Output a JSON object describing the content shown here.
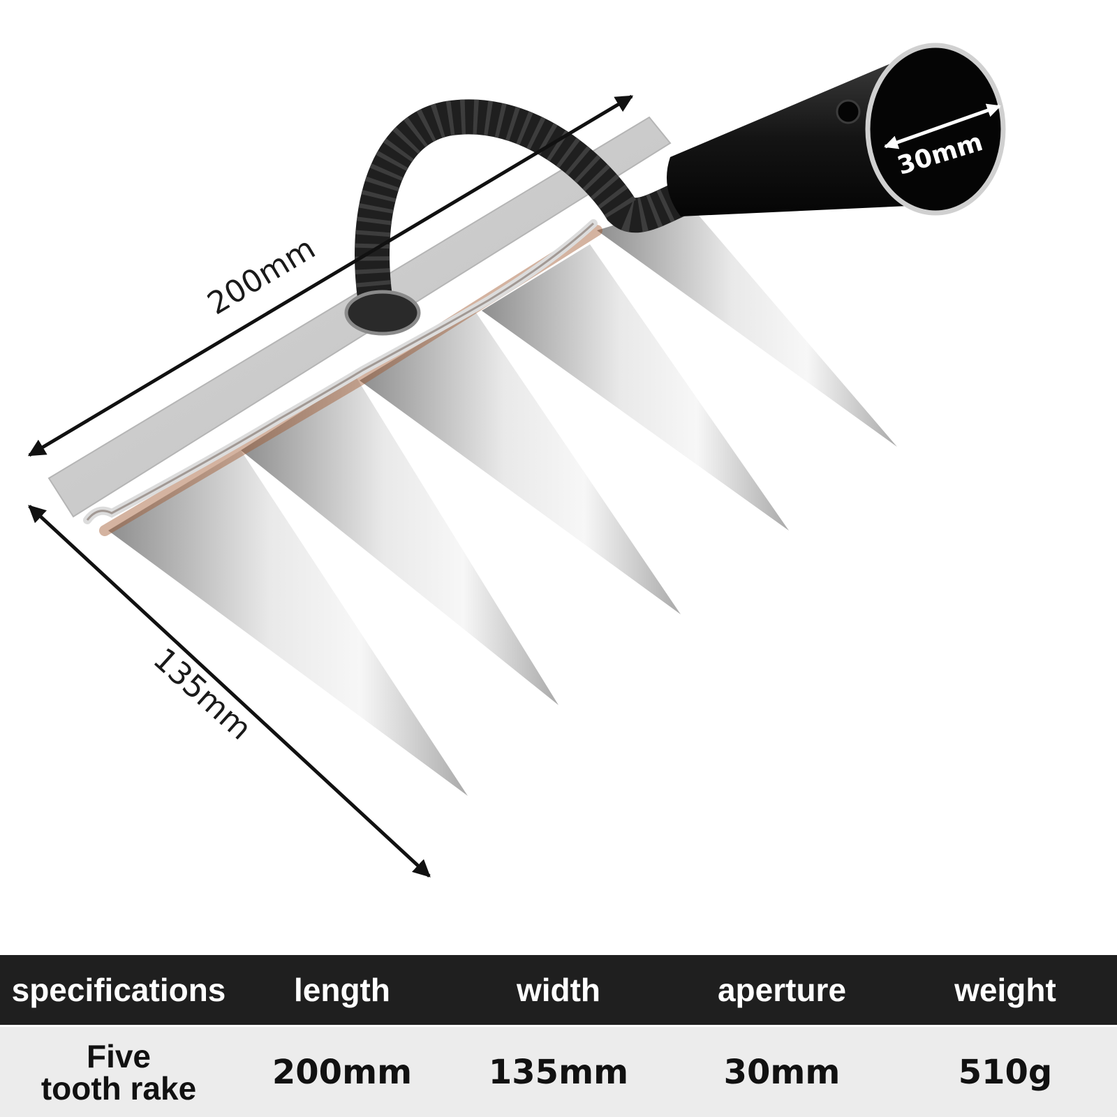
{
  "dimensions": {
    "length_label": "200mm",
    "width_label": "135mm",
    "aperture_label": "30mm"
  },
  "table": {
    "headers": [
      "specifications",
      "length",
      "width",
      "aperture",
      "weight"
    ],
    "row": {
      "name_line1": "Five",
      "name_line2": "tooth rake",
      "length": "200mm",
      "width": "135mm",
      "aperture": "30mm",
      "weight": "510g"
    }
  },
  "colors": {
    "header_bg": "#1f1f1f",
    "row_bg": "#ececec",
    "steel": "#c8c8c8",
    "handle": "#1a1a1a"
  },
  "icons": [
    "dimension-arrow",
    "rake-head-illustration"
  ]
}
